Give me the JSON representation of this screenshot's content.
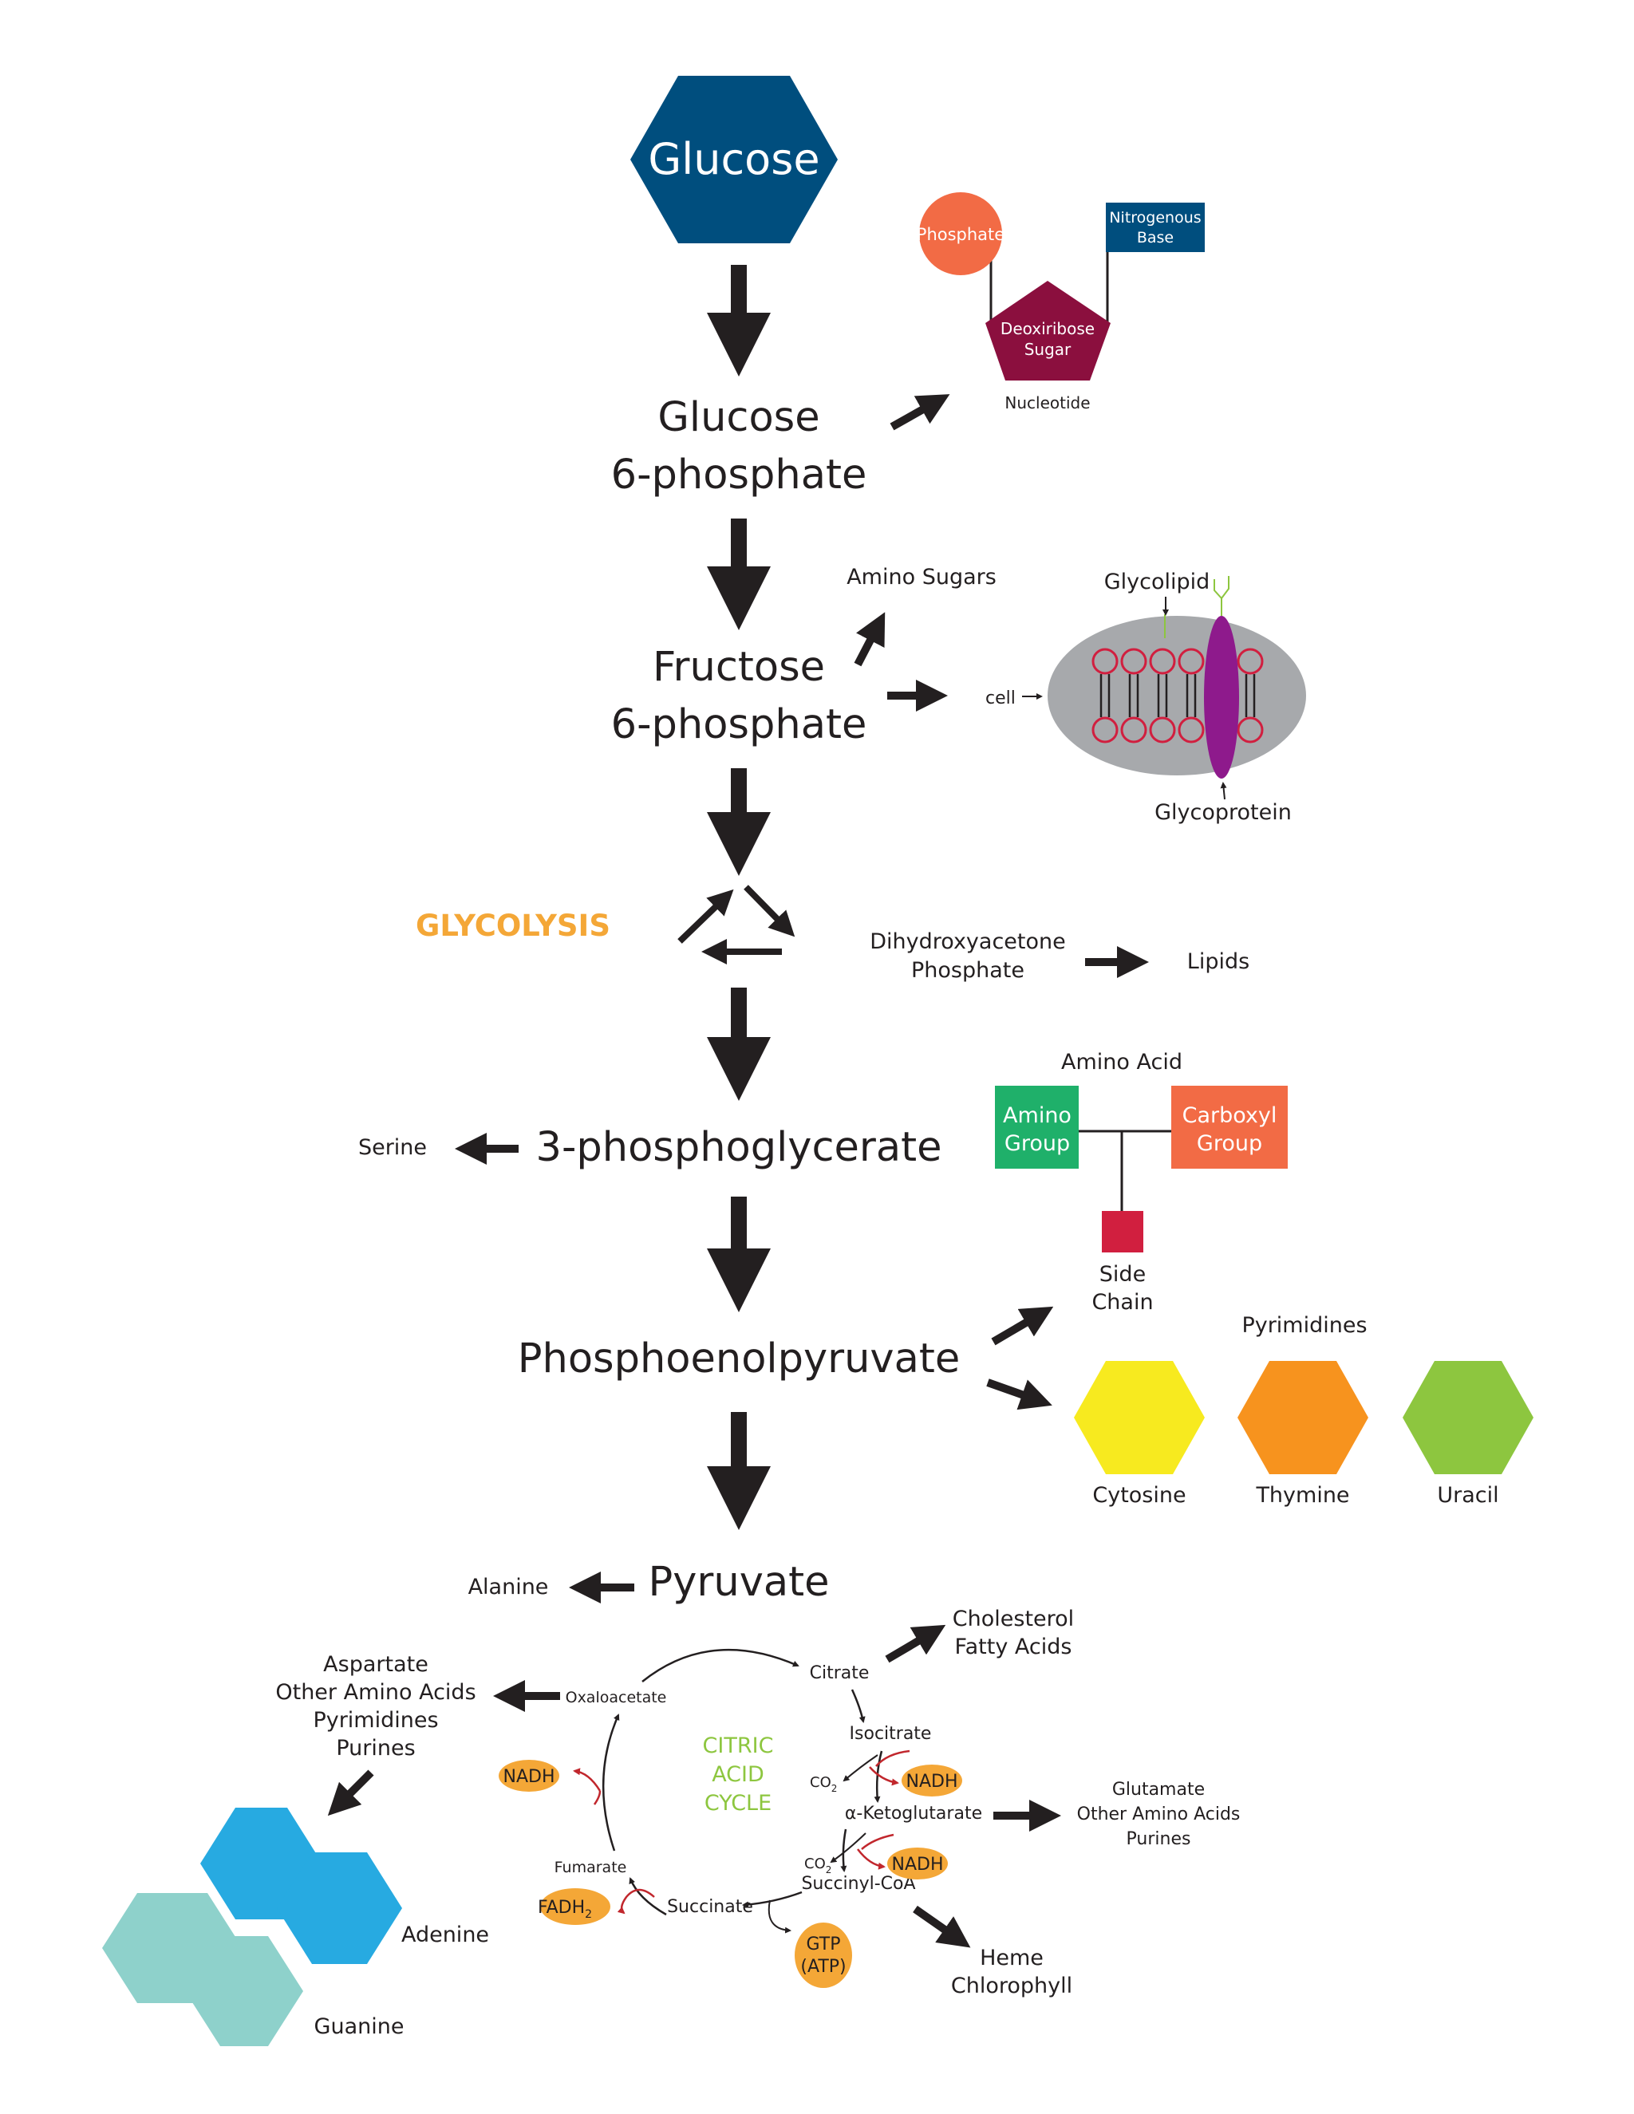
{
  "colors": {
    "glucose": "#004e7e",
    "phosphate": "#f26b45",
    "nitrogenous_base": "#004e7e",
    "deoxyribose": "#8b0f3e",
    "cell_body": "#a7a9ac",
    "lipid_ring": "#d11f3f",
    "glycoprotein": "#8e1a8c",
    "glycolipid_tail": "#8dc63f",
    "glycolysis_label": "#f4a737",
    "amino_group": "#1fb06a",
    "carboxyl_group": "#f26b45",
    "side_chain": "#d11f3f",
    "cytosine": "#f7ea1f",
    "thymine": "#f7931e",
    "uracil": "#8dc63f",
    "citric_label": "#8dc63f",
    "cofactor": "#f4a737",
    "adenine": "#27aae1",
    "guanine": "#8ed1cb",
    "arrow": "#231f20",
    "red_arrow": "#c1272d"
  },
  "main": {
    "glucose": "Glucose",
    "g6p_1": "Glucose",
    "g6p_2": "6-phosphate",
    "f6p_1": "Fructose",
    "f6p_2": "6-phosphate",
    "pg3": "3-phosphoglycerate",
    "pep": "Phosphoenolpyruvate",
    "pyruvate": "Pyruvate"
  },
  "nucleotide": {
    "phosphate": "Phosphate",
    "base_1": "Nitrogenous",
    "base_2": "Base",
    "sugar_1": "Deoxiribose",
    "sugar_2": "Sugar",
    "caption": "Nucleotide"
  },
  "branches": {
    "amino_sugars": "Amino Sugars",
    "cell": "cell",
    "glycolipid": "Glycolipid",
    "glycoprotein": "Glycoprotein",
    "glycolysis": "GLYCOLYSIS",
    "dhap_1": "Dihydroxyacetone",
    "dhap_2": "Phosphate",
    "lipids": "Lipids",
    "serine": "Serine",
    "alanine": "Alanine",
    "cholesterol": "Cholesterol",
    "fatty_acids": "Fatty Acids",
    "heme": "Heme",
    "chlorophyll": "Chlorophyll"
  },
  "amino_acid": {
    "title": "Amino Acid",
    "amino_1": "Amino",
    "amino_2": "Group",
    "carboxyl_1": "Carboxyl",
    "carboxyl_2": "Group",
    "side_1": "Side",
    "side_2": "Chain"
  },
  "pyrimidines": {
    "title": "Pyrimidines",
    "cytosine": "Cytosine",
    "thymine": "Thymine",
    "uracil": "Uracil"
  },
  "citric": {
    "label_1": "CITRIC",
    "label_2": "ACID",
    "label_3": "CYCLE",
    "citrate": "Citrate",
    "isocitrate": "Isocitrate",
    "co2_a": "CO",
    "co2_sub": "2",
    "nadh": "NADH",
    "aketo": "α-Ketoglutarate",
    "co2_b": "CO",
    "succinyl": "Succinyl-CoA",
    "succinate": "Succinate",
    "gtp_1": "GTP",
    "gtp_2": "(ATP)",
    "fumarate": "Fumarate",
    "fadh": "FADH",
    "fadh_sub": "2",
    "oxaloacetate": "Oxaloacetate"
  },
  "products": {
    "aspartate_1": "Aspartate",
    "aspartate_2": "Other Amino Acids",
    "aspartate_3": "Pyrimidines",
    "aspartate_4": "Purines",
    "glutamate_1": "Glutamate",
    "glutamate_2": "Other Amino Acids",
    "glutamate_3": "Purines",
    "adenine": "Adenine",
    "guanine": "Guanine"
  }
}
